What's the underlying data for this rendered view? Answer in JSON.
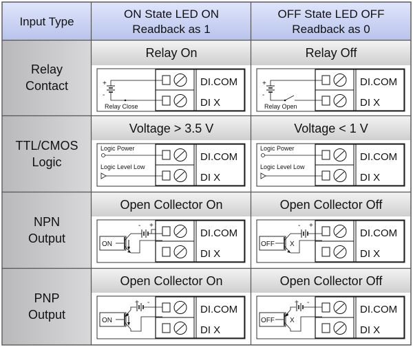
{
  "header": {
    "input_type": "Input Type",
    "on_col": [
      "ON State LED ON",
      "Readback as 1"
    ],
    "off_col": [
      "OFF State LED OFF",
      "Readback as 0"
    ]
  },
  "terminal": {
    "com": "DI.COM",
    "dix": "DI X"
  },
  "rows": [
    {
      "label": [
        "Relay",
        "Contact"
      ],
      "on": {
        "title": "Relay On",
        "caption": "Relay Close"
      },
      "off": {
        "title": "Relay Off",
        "caption": "Relay Open"
      },
      "marks": {
        "plus": "+",
        "minus": "-"
      }
    },
    {
      "label": [
        "TTL/CMOS",
        "Logic"
      ],
      "on": {
        "title": "Voltage > 3.5 V",
        "power": "Logic Power",
        "level": "Logic Level Low"
      },
      "off": {
        "title": "Voltage < 1 V",
        "power": "Logic Power",
        "level": "Logic Level Low"
      }
    },
    {
      "label": [
        "NPN",
        "Output"
      ],
      "on": {
        "title": "Open Collector On",
        "state": "ON"
      },
      "off": {
        "title": "Open Collector Off",
        "state": "OFF",
        "mark": "X"
      },
      "marks": {
        "plus": "+",
        "minus": "-"
      }
    },
    {
      "label": [
        "PNP",
        "Output"
      ],
      "on": {
        "title": "Open Collector On",
        "state": "ON"
      },
      "off": {
        "title": "Open Collector Off",
        "state": "OFF",
        "mark": "X"
      },
      "marks": {
        "plus": "+",
        "minus": "-"
      }
    }
  ],
  "colors": {
    "header_bg": "#cfd7f3",
    "label_bg": "#c9c9cb",
    "title_bg": "#dedede",
    "border": "#555555"
  }
}
